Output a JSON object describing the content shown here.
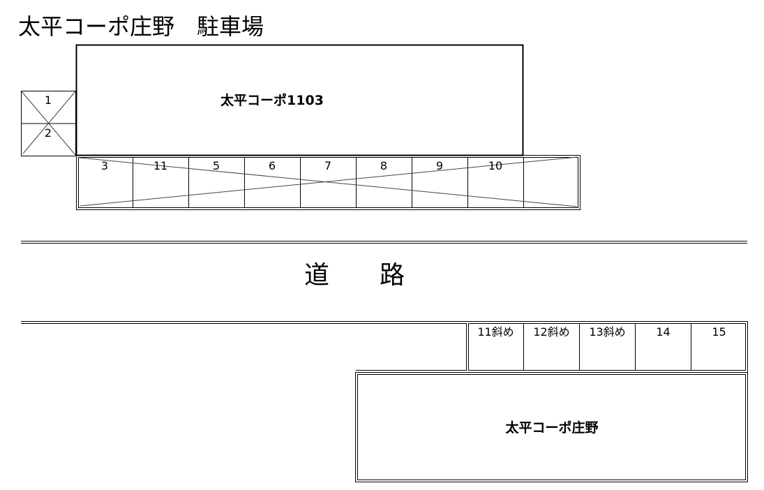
{
  "title": "太平コーポ庄野　駐車場",
  "buildings": {
    "upper": "太平コーポ1103",
    "lower": "太平コーポ庄野"
  },
  "road_label": "道　　路",
  "colors": {
    "line": "#000000",
    "diagonal": "#444444",
    "background": "#ffffff"
  },
  "upper_lot": {
    "side_spaces": [
      {
        "label": "1",
        "crossed": true
      },
      {
        "label": "2",
        "crossed": true
      }
    ],
    "row_spaces": [
      {
        "label": "3"
      },
      {
        "label": "11"
      },
      {
        "label": "5"
      },
      {
        "label": "6"
      },
      {
        "label": "7"
      },
      {
        "label": "8"
      },
      {
        "label": "9"
      },
      {
        "label": "10"
      },
      {
        "label": ""
      }
    ],
    "row_crossed": true
  },
  "lower_lot": {
    "spaces": [
      {
        "label": "11斜め"
      },
      {
        "label": "12斜め"
      },
      {
        "label": "13斜め"
      },
      {
        "label": "14"
      },
      {
        "label": "15"
      }
    ]
  }
}
